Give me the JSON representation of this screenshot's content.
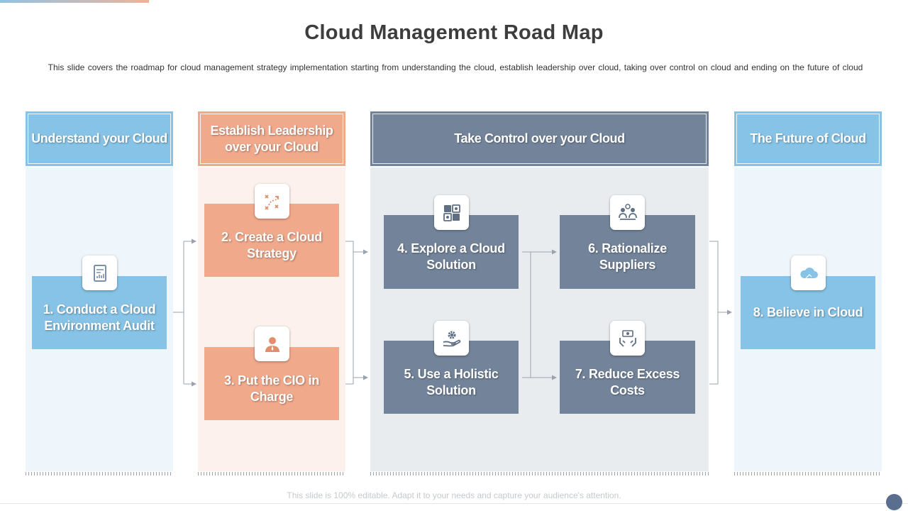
{
  "title": "Cloud Management Road Map",
  "subtitle": "This slide covers the roadmap for cloud management strategy implementation starting from understanding the cloud, establish leadership over cloud, taking over control on cloud and ending on the future of cloud",
  "columns": [
    {
      "header": "Understand your Cloud",
      "color": "#86c3e6",
      "bg": "#eef5fb"
    },
    {
      "header": "Establish Leadership over your Cloud",
      "color": "#f0a98b",
      "bg": "#fcf1ec"
    },
    {
      "header": "Take Control over your Cloud",
      "color": "#73849a",
      "bg": "#e9ecef"
    },
    {
      "header": "The Future of Cloud",
      "color": "#86c3e6",
      "bg": "#eef5fb"
    }
  ],
  "steps": [
    {
      "label": "1. Conduct a Cloud Environment Audit",
      "icon": "audit-report-icon"
    },
    {
      "label": "2. Create a Cloud Strategy",
      "icon": "strategy-plan-icon"
    },
    {
      "label": "3. Put the CIO in Charge",
      "icon": "person-icon"
    },
    {
      "label": "4. Explore a Cloud Solution",
      "icon": "solution-grid-icon"
    },
    {
      "label": "5. Use a Holistic Solution",
      "icon": "gear-hand-icon"
    },
    {
      "label": "6. Rationalize Suppliers",
      "icon": "suppliers-meeting-icon"
    },
    {
      "label": "7. Reduce Excess Costs",
      "icon": "money-hands-icon"
    },
    {
      "label": "8. Believe in Cloud",
      "icon": "cloud-icon"
    }
  ],
  "footer": "This slide is 100% editable. Adapt it to your needs and capture your audience's attention.",
  "colors": {
    "blue": "#86c3e6",
    "peach": "#f0a98b",
    "slate": "#73849a",
    "icon": "#7a8fa8"
  }
}
